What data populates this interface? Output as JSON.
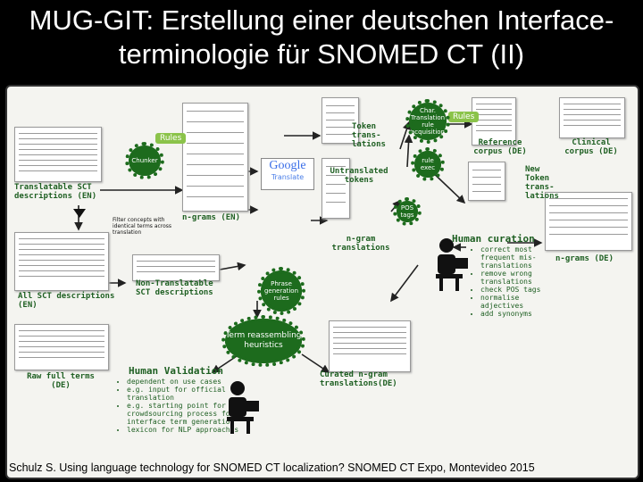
{
  "title": "MUG-GIT: Erstellung einer deutschen Interface-terminologie für SNOMED CT (II)",
  "labels": {
    "translatable": "Translatable SCT descriptions (EN)",
    "all_sct": "All SCT descriptions (EN)",
    "non_translatable": "Non-Translatable SCT descriptions",
    "filter": "Filter concepts with identical terms across translation",
    "ngrams_en": "n-grams (EN)",
    "untranslated": "Untranslated tokens",
    "token_translations": "Token trans-lations",
    "ngram_translations": "n-gram translations",
    "new_token_translations": "New Token trans-lations",
    "reference_corpus": "Reference corpus (DE)",
    "clinical_corpus": "Clinical corpus (DE)",
    "ngrams_de": "n-grams (DE)",
    "curated": "Curated n-gram translations(DE)",
    "raw_full": "Raw full terms (DE)",
    "chunker": "Chunker",
    "rules_left": "Rules",
    "rules_right": "Rules",
    "char_translation": "Char. Translation rule acquisition",
    "rule_exec": "rule exec",
    "pos_tags": "POS tags",
    "phrase_generation": "Phrase generation rules",
    "term_reassembling": "Term reassembling heuristics",
    "google": "Google",
    "translate": "Translate"
  },
  "human_curation": {
    "heading": "Human curation",
    "items": [
      "correct most frequent mis-translations",
      "remove wrong translations",
      "check POS tags",
      "normalise adjectives",
      "add synonyms"
    ]
  },
  "human_validation": {
    "heading": "Human Validation",
    "items": [
      "dependent on use cases",
      "e.g. input for official translation",
      "e.g. starting point for crowdsourcing process for interface term generation",
      "lexicon for NLP approaches"
    ]
  },
  "footer": "Schulz S. Using language technology for SNOMED CT localization? SNOMED CT Expo, Montevideo 2015",
  "colors": {
    "accent_green": "#1e5f22",
    "gear_green": "#1d6b1d",
    "rules_green": "#8bc34a"
  }
}
